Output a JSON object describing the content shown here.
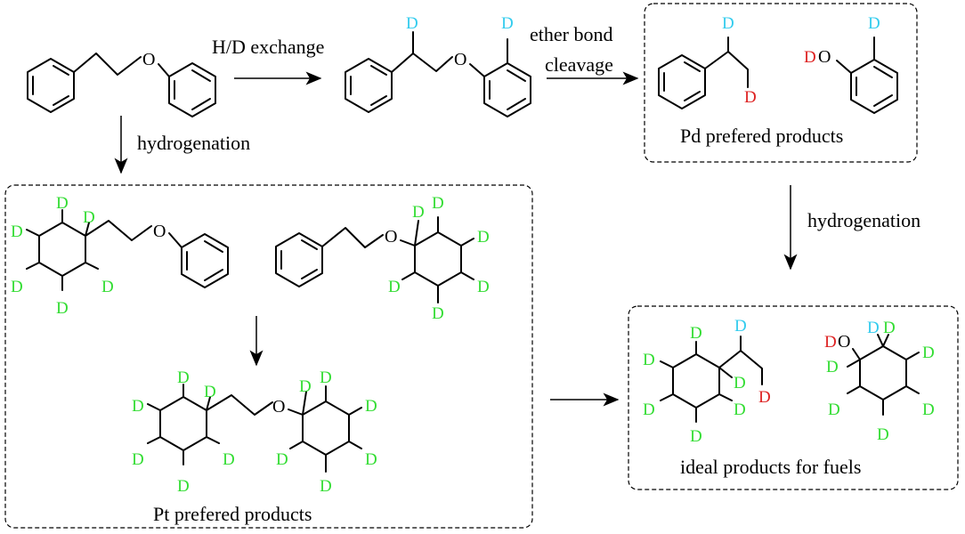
{
  "colors": {
    "deuterium_exchange": "#33ccee",
    "deuterium_cleavage": "#dd2222",
    "deuterium_hydrogenation": "#33dd33",
    "bond": "#000000"
  },
  "labels": {
    "hd_exchange": "H/D exchange",
    "ether_bond": "ether bond",
    "cleavage": "cleavage",
    "hydrogenation_left": "hydrogenation",
    "hydrogenation_right": "hydrogenation",
    "pd_products": "Pd prefered products",
    "pt_products": "Pt prefered products",
    "ideal_products": "ideal products for fuels"
  },
  "atoms": {
    "oxygen": "O",
    "deuterium": "D",
    "deuteroxy": "D"
  }
}
